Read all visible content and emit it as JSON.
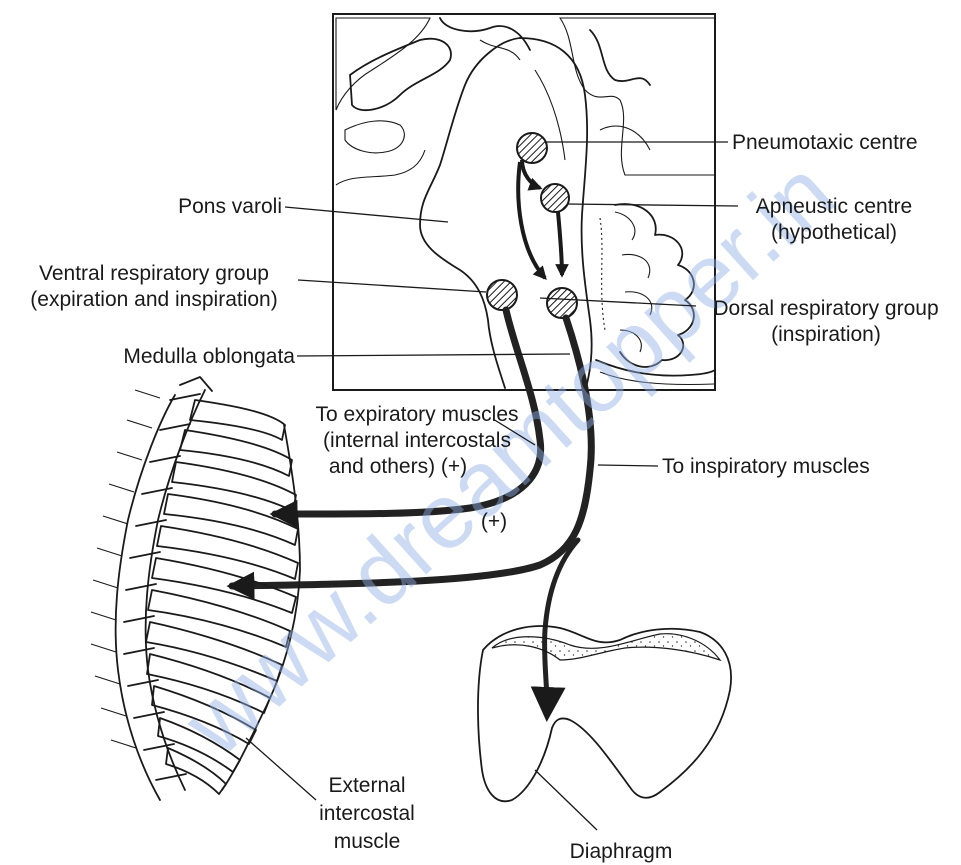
{
  "labels": {
    "pneumotaxic": "Pneumotaxic centre",
    "apneustic_1": "Apneustic centre",
    "apneustic_2": "(hypothetical)",
    "pons": "Pons varoli",
    "ventral_1": "Ventral respiratory group",
    "ventral_2": "(expiration and inspiration)",
    "dorsal_1": "Dorsal respiratory group",
    "dorsal_2": "(inspiration)",
    "medulla": "Medulla oblongata",
    "expiratory_1": "To expiratory muscles",
    "expiratory_2": "(internal intercostals",
    "expiratory_3": "and others) (+)",
    "inspiratory": "To inspiratory muscles",
    "plus": "(+)",
    "external_1": "External",
    "external_2": "intercostal",
    "external_3": "muscle",
    "diaphragm": "Diaphragm"
  },
  "watermark": "www.dreamtopper.in",
  "colors": {
    "ink": "#1a1a1a",
    "watermark": "#8fb0e6"
  }
}
